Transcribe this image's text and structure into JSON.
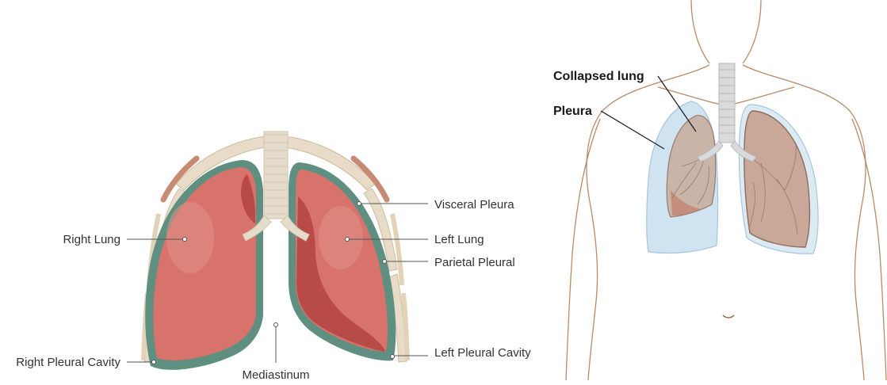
{
  "left_diagram": {
    "labels": {
      "right_lung": "Right Lung",
      "right_pleural_cavity": "Right Pleural Cavity",
      "mediastinum": "Mediastinum",
      "visceral_pleura": "Visceral Pleura",
      "left_lung": "Left Lung",
      "parietal_pleural": "Parietal Pleural",
      "left_pleural_cavity": "Left Pleural Cavity"
    },
    "colors": {
      "lung": "#d7736b",
      "lung_shadow": "#b84a47",
      "pleura": "#5e8f80",
      "trachea": "#e6dccb"
    }
  },
  "right_diagram": {
    "labels": {
      "collapsed_lung": "Collapsed lung",
      "pleura": "Pleura"
    },
    "colors": {
      "pleural_air": "#cfe3f0",
      "lung_tissue": "#c9a89a",
      "outline": "#b98a6a"
    }
  }
}
